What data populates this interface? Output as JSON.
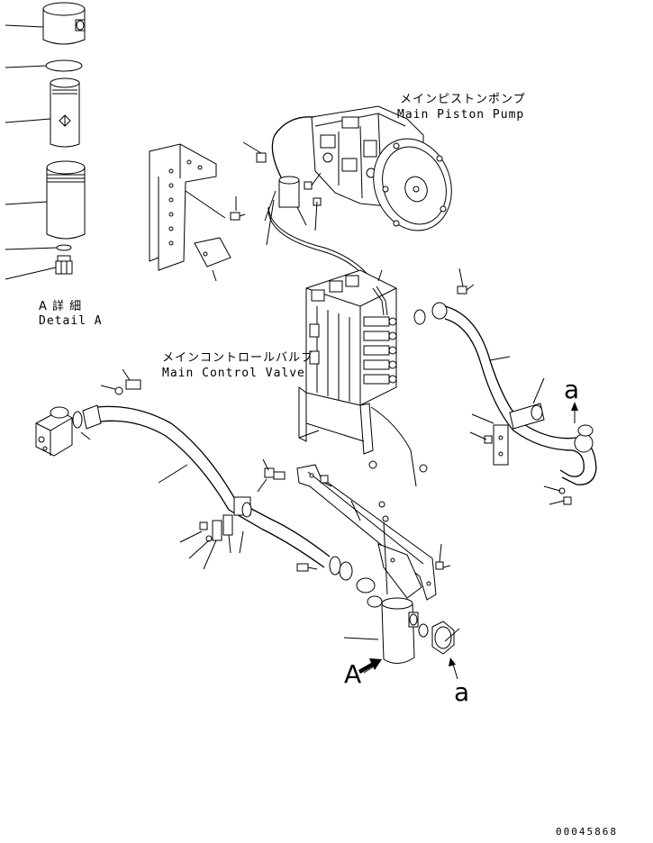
{
  "labels": {
    "main_piston_pump_jp": "メインピストンポンプ",
    "main_piston_pump_en": "Main Piston Pump",
    "main_control_valve_jp": "メインコントロールバルブ",
    "main_control_valve_en": "Main Control Valve",
    "detail_jp": "A 詳 細",
    "detail_en": "Detail A",
    "callout_A": "A",
    "ref_a_top": "a",
    "ref_a_bottom": "a",
    "drawing_number": "00045868"
  }
}
